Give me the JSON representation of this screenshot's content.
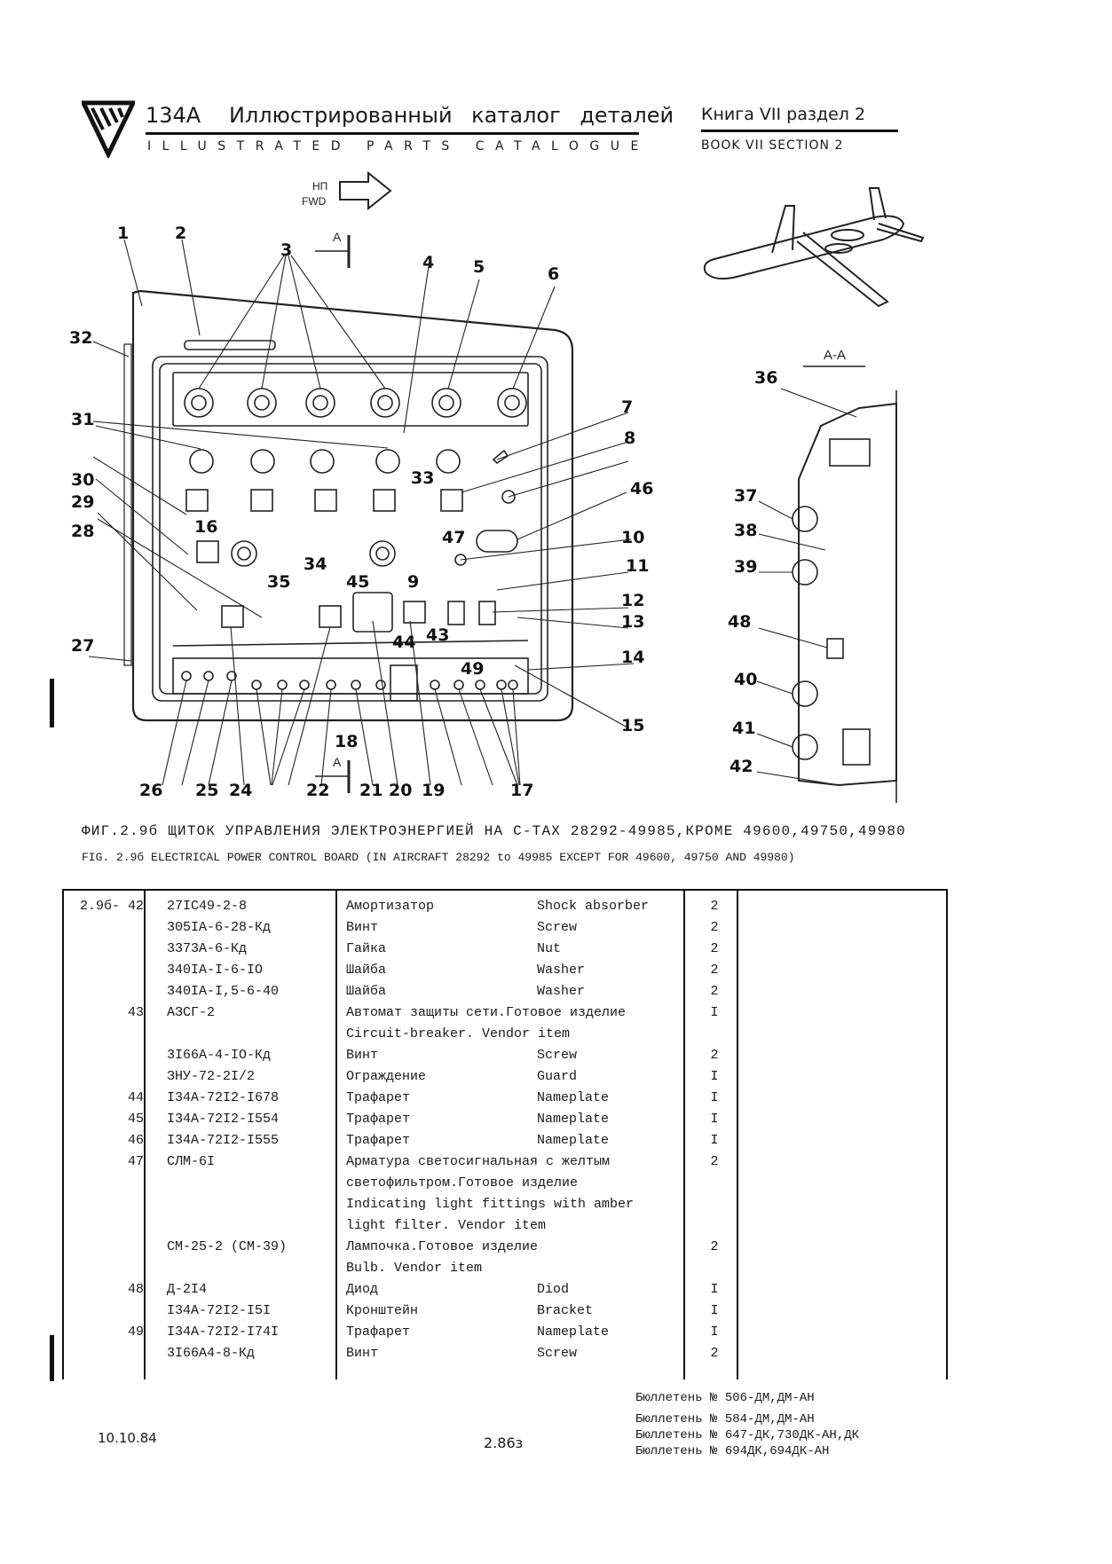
{
  "header": {
    "model": "134А",
    "title_ru": "Иллюстрированный каталог деталей",
    "title_en": "ILLUSTRATED PARTS CATALOGUE",
    "book_ru": "Книга VII раздел 2",
    "book_en": "BOOK VII SECTION 2"
  },
  "figure": {
    "direction_ru": "НП",
    "direction_en": "FWD",
    "section_mark": "A",
    "section_view_label": "A-A",
    "callouts": [
      "1",
      "2",
      "3",
      "4",
      "5",
      "6",
      "7",
      "8",
      "9",
      "10",
      "11",
      "12",
      "13",
      "14",
      "15",
      "16",
      "17",
      "18",
      "19",
      "20",
      "21",
      "22",
      "24",
      "25",
      "26",
      "27",
      "28",
      "29",
      "30",
      "31",
      "32",
      "33",
      "34",
      "35",
      "36",
      "37",
      "38",
      "39",
      "40",
      "41",
      "42",
      "43",
      "44",
      "45",
      "46",
      "47",
      "48",
      "49"
    ],
    "caption_ru": "ФИГ.2.9б ЩИТОК УПРАВЛЕНИЯ ЭЛЕКТРОЭНЕРГИЕЙ НА С-ТАХ 28292-49985,КРОМЕ 49600,49750,49980",
    "caption_en": "FIG. 2.9б ELECTRICAL POWER CONTROL BOARD (IN AIRCRAFT 28292 to 49985 EXCEPT FOR 49600, 49750 AND 49980)"
  },
  "table": {
    "rows": [
      {
        "index": "2.9б- 42",
        "part": "27IС49-2-8",
        "name_ru": "Амортизатор",
        "name_en": "Shock absorber",
        "qty": "2"
      },
      {
        "index": "",
        "part": "305IА-6-28-Кд",
        "name_ru": "Винт",
        "name_en": "Screw",
        "qty": "2"
      },
      {
        "index": "",
        "part": "3373А-6-Кд",
        "name_ru": "Гайка",
        "name_en": "Nut",
        "qty": "2"
      },
      {
        "index": "",
        "part": "340IА-I-6-IО",
        "name_ru": "Шайба",
        "name_en": "Washer",
        "qty": "2"
      },
      {
        "index": "",
        "part": "340IА-I,5-6-40",
        "name_ru": "Шайба",
        "name_en": "Washer",
        "qty": "2"
      },
      {
        "index": "43",
        "part": "АЗСГ-2",
        "name_ru": "Автомат защиты сети.Готовое изделие",
        "name_en": "",
        "qty": "I"
      },
      {
        "index": "",
        "part": "",
        "name_ru": "Circuit-breaker. Vendor item",
        "name_en": "",
        "qty": ""
      },
      {
        "index": "",
        "part": "3I66А-4-IО-Кд",
        "name_ru": "Винт",
        "name_en": "Screw",
        "qty": "2"
      },
      {
        "index": "",
        "part": "ЗНУ-72-2I/2",
        "name_ru": "Ограждение",
        "name_en": "Guard",
        "qty": "I"
      },
      {
        "index": "44",
        "part": "I34А-72I2-I678",
        "name_ru": "Трафарет",
        "name_en": "Nameplate",
        "qty": "I"
      },
      {
        "index": "45",
        "part": "I34А-72I2-I554",
        "name_ru": "Трафарет",
        "name_en": "Nameplate",
        "qty": "I"
      },
      {
        "index": "46",
        "part": "I34А-72I2-I555",
        "name_ru": "Трафарет",
        "name_en": "Nameplate",
        "qty": "I"
      },
      {
        "index": "47",
        "part": "СЛМ-6I",
        "name_ru": "Арматура светосигнальная с желтым",
        "name_en": "",
        "qty": "2"
      },
      {
        "index": "",
        "part": "",
        "name_ru": "светофильтром.Готовое изделие",
        "name_en": "",
        "qty": ""
      },
      {
        "index": "",
        "part": "",
        "name_ru": "Indicating light fittings with amber",
        "name_en": "",
        "qty": ""
      },
      {
        "index": "",
        "part": "",
        "name_ru": "light filter. Vendor item",
        "name_en": "",
        "qty": ""
      },
      {
        "index": "",
        "part": "СМ-25-2 (СМ-39)",
        "name_ru": "Лампочка.Готовое изделие",
        "name_en": "",
        "qty": "2"
      },
      {
        "index": "",
        "part": "",
        "name_ru": "Bulb. Vendor item",
        "name_en": "",
        "qty": ""
      },
      {
        "index": "48",
        "part": "Д-2I4",
        "name_ru": "Диод",
        "name_en": "Diod",
        "qty": "I"
      },
      {
        "index": "",
        "part": "I34А-72I2-I5I",
        "name_ru": "Кронштейн",
        "name_en": "Bracket",
        "qty": "I"
      },
      {
        "index": "49",
        "part": "I34А-72I2-I74I",
        "name_ru": "Трафарет",
        "name_en": "Nameplate",
        "qty": "I"
      },
      {
        "index": "",
        "part": "3I66А4-8-Кд",
        "name_ru": "Винт",
        "name_en": "Screw",
        "qty": "2"
      }
    ]
  },
  "footer": {
    "date": "10.10.84",
    "page": "2.86з",
    "bulletins": [
      "Бюллетень № 506-ДМ,ДМ-АН",
      "Бюллетень № 584-ДМ,ДМ-АН",
      "Бюллетень № 647-ДК,730ДК-АН,ДК",
      "Бюллетень № 694ДК,694ДК-АН"
    ]
  }
}
